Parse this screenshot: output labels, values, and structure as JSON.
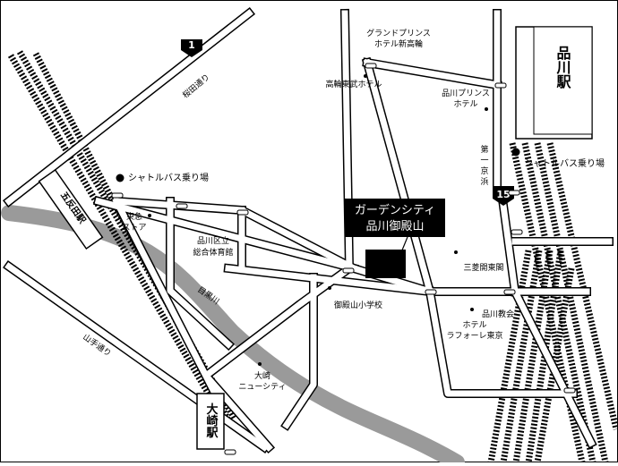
{
  "map": {
    "destination": {
      "line1": "ガーデンシティ",
      "line2": "品川御殿山"
    },
    "stations": {
      "gotanda": "五反田駅",
      "osaki": "大崎駅",
      "shinagawa": "品川駅"
    },
    "shuttle_stop_gotanda": "シャトルバス乗り場",
    "shuttle_stop_shinagawa": "シャトルバス乗り場",
    "roads": {
      "route1_badge": "1",
      "route15_badge": "15",
      "sakurada": "桜田通り",
      "yamate": "山手通り",
      "daiichi_keihin": [
        "第",
        "一",
        "京",
        "浜"
      ]
    },
    "river": "目黒川",
    "landmarks": {
      "grand_prince": {
        "line1": "グランドプリンス",
        "line2": "ホテル新高輪"
      },
      "takanawa_tobu": "高輪東武ホテル",
      "shinagawa_prince": {
        "line1": "品川プリンス",
        "line2": "ホテル"
      },
      "tokyu_store": {
        "line1": "東急",
        "line2": "ストア"
      },
      "gymnasium": {
        "line1": "品川区立",
        "line2": "総合体育館"
      },
      "mitsubishi": "三菱開東閣",
      "goten_school": "御殿山小学校",
      "church": {
        "line1": "品川教会",
        "line2": "ホテル",
        "line3": "ラフォーレ東京"
      },
      "osaki_newcity": {
        "line1": "大崎",
        "line2": "ニューシティ"
      }
    },
    "colors": {
      "road": "#ffffff",
      "road_edge": "#000000",
      "river": "#9a9a9a",
      "background": "#ffffff",
      "building": "#000000"
    }
  }
}
